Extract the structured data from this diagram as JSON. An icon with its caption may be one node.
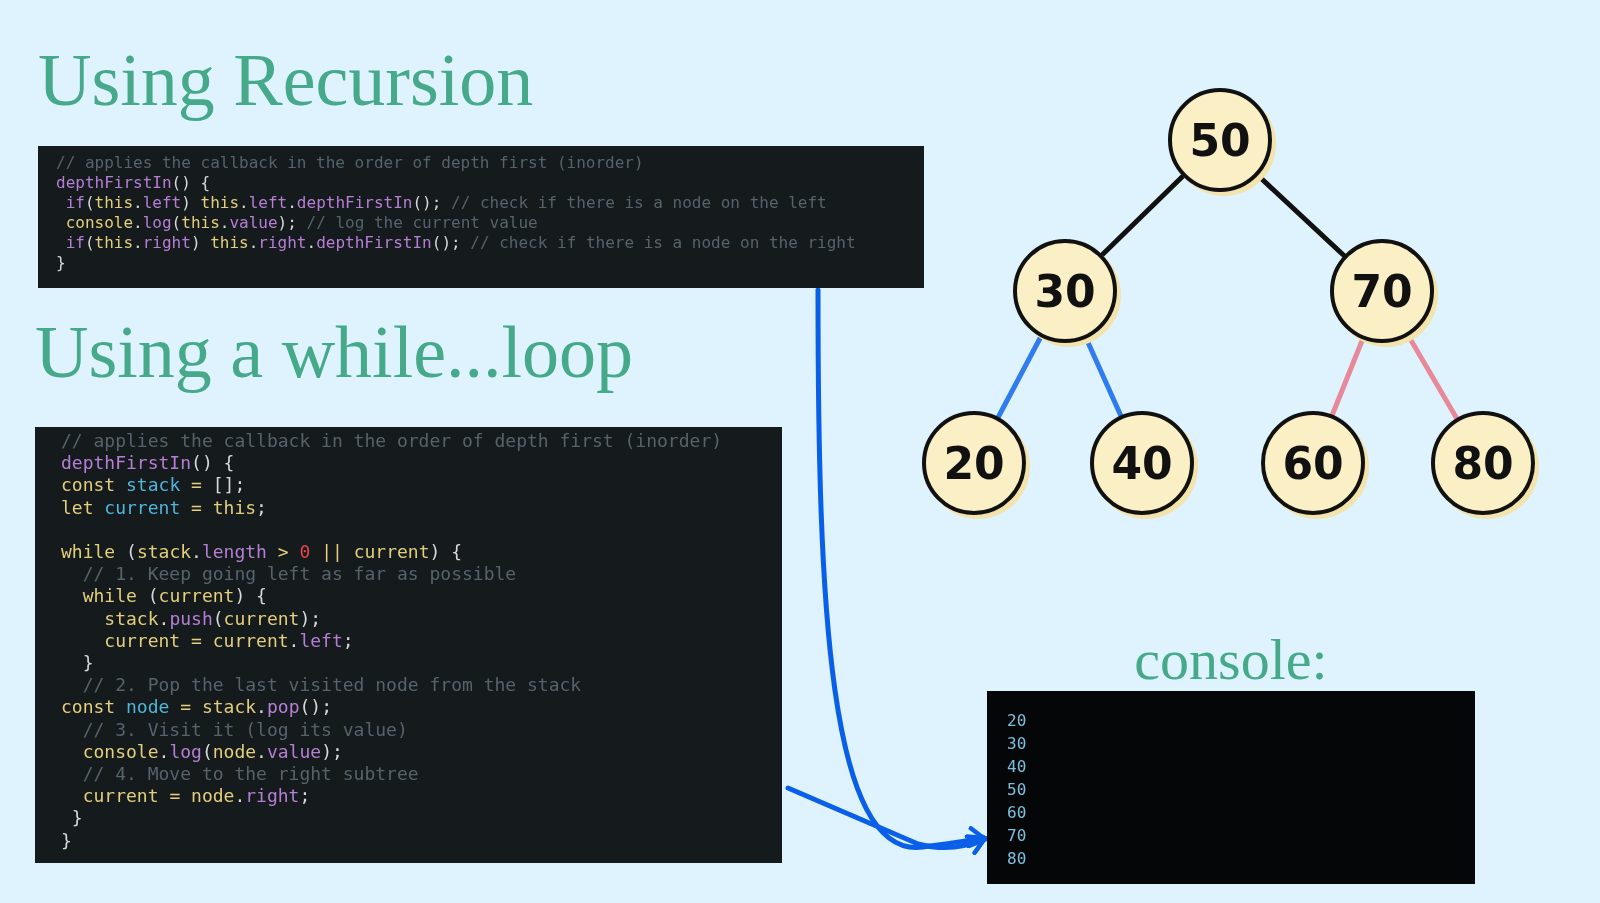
{
  "diagram": {
    "nodes": [
      {
        "text": [
          "Using Recursion",
          "// applies the callback in the order of depth first (inorder)",
          "depthFirstIn() {",
          "if(this.left) this.left.depthFirstIn(); // check if there is a node on the left",
          "console.log(this.value); // log the current value",
          "if(this.right) this.right.depthFirstIn(); // check if there is a node on the right",
          "}"
        ]
      },
      {
        "text": [
          "Using a while...loop",
          "// applies the callback in the order of depth first (inorder)",
          "depthFirstIn() {",
          "const stack = [];",
          "let current = this;",
          "while (stack.length > 0 || current) {",
          "// 1. Keep going left as far as possible",
          "while (current) {",
          "stack.push(current);",
          "current = current.left;",
          "}",
          "// 2. Pop the last visited node from the stack",
          "const node = stack.pop();",
          "// 3. Visit it (log its value)",
          "console.log(node.value);",
          "// 4. Move to the right subtree",
          "current = node.right;",
          "}",
          "}"
        ]
      },
      {
        "text": [
          "50"
        ]
      },
      {
        "text": [
          "30"
        ]
      },
      {
        "text": [
          "70"
        ]
      },
      {
        "text": [
          "20"
        ]
      },
      {
        "text": [
          "40"
        ]
      },
      {
        "text": [
          "60"
        ]
      },
      {
        "text": [
          "80"
        ]
      },
      {
        "text": [
          "console:",
          "20 30 40 50 60 70 80"
        ]
      }
    ],
    "edges": [
      {
        "from": 2,
        "to": 3,
        "arrow": "none",
        "color": "#111111"
      },
      {
        "from": 2,
        "to": 4,
        "arrow": "none",
        "color": "#111111"
      },
      {
        "from": 3,
        "to": 5,
        "arrow": "none",
        "color": "#2f7bf0"
      },
      {
        "from": 3,
        "to": 6,
        "arrow": "none",
        "color": "#2f7bf0"
      },
      {
        "from": 4,
        "to": 7,
        "arrow": "none",
        "color": "#e8899a"
      },
      {
        "from": 4,
        "to": 8,
        "arrow": "none",
        "color": "#e8899a"
      },
      {
        "from": 0,
        "to": 9,
        "arrow": "to",
        "color": "#0a5fe8"
      },
      {
        "from": 1,
        "to": 9,
        "arrow": "to",
        "color": "#0a5fe8"
      }
    ]
  }
}
